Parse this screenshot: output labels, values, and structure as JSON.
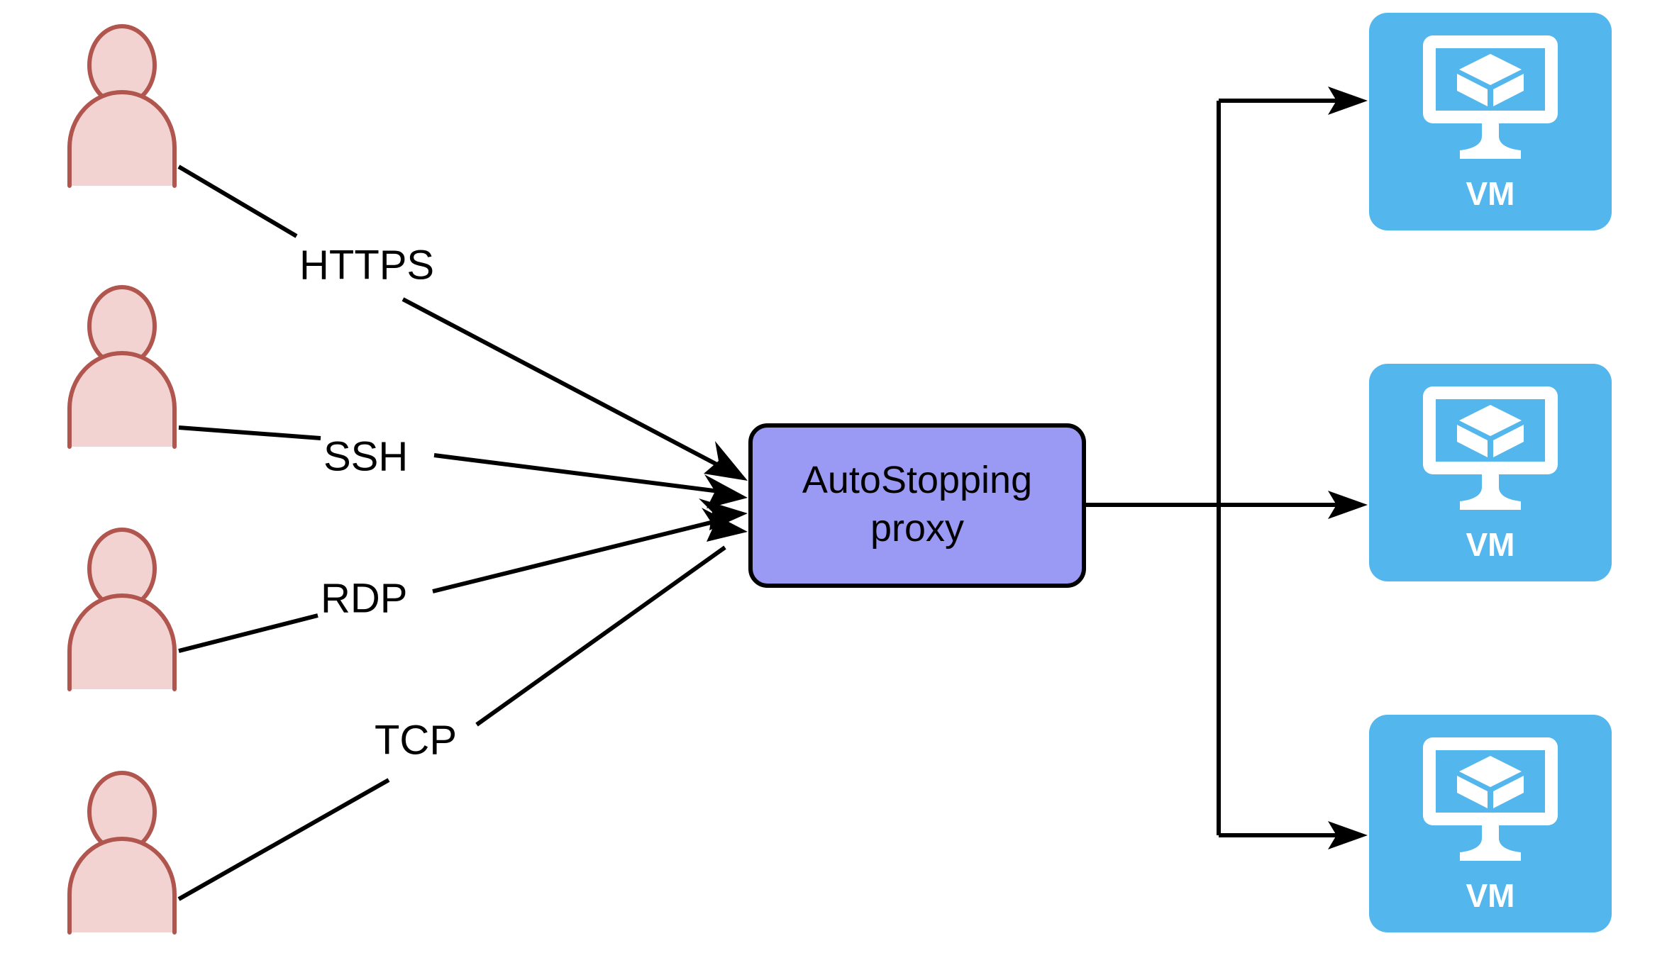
{
  "diagram": {
    "title": "AutoStopping proxy connection flow",
    "background_color": "#ffffff",
    "colors": {
      "actor_fill": "#f2d3d1",
      "actor_stroke": "#b0564f",
      "proxy_fill": "#9a9af5",
      "proxy_stroke": "#000000",
      "vm_fill": "#53b6ec",
      "vm_glyph": "#ffffff",
      "connector": "#000000"
    }
  },
  "actors": [
    {
      "id": "user-1",
      "icon": "user-icon",
      "protocol": "HTTPS"
    },
    {
      "id": "user-2",
      "icon": "user-icon",
      "protocol": "SSH"
    },
    {
      "id": "user-3",
      "icon": "user-icon",
      "protocol": "RDP"
    },
    {
      "id": "user-4",
      "icon": "user-icon",
      "protocol": "TCP"
    }
  ],
  "edge_labels": {
    "https": "HTTPS",
    "ssh": "SSH",
    "rdp": "RDP",
    "tcp": "TCP"
  },
  "proxy": {
    "line1": "AutoStopping",
    "line2": "proxy"
  },
  "targets": [
    {
      "id": "vm-top",
      "label": "VM",
      "icon": "virtual-machine-icon"
    },
    {
      "id": "vm-middle",
      "label": "VM",
      "icon": "virtual-machine-icon"
    },
    {
      "id": "vm-bottom",
      "label": "VM",
      "icon": "virtual-machine-icon"
    }
  ]
}
